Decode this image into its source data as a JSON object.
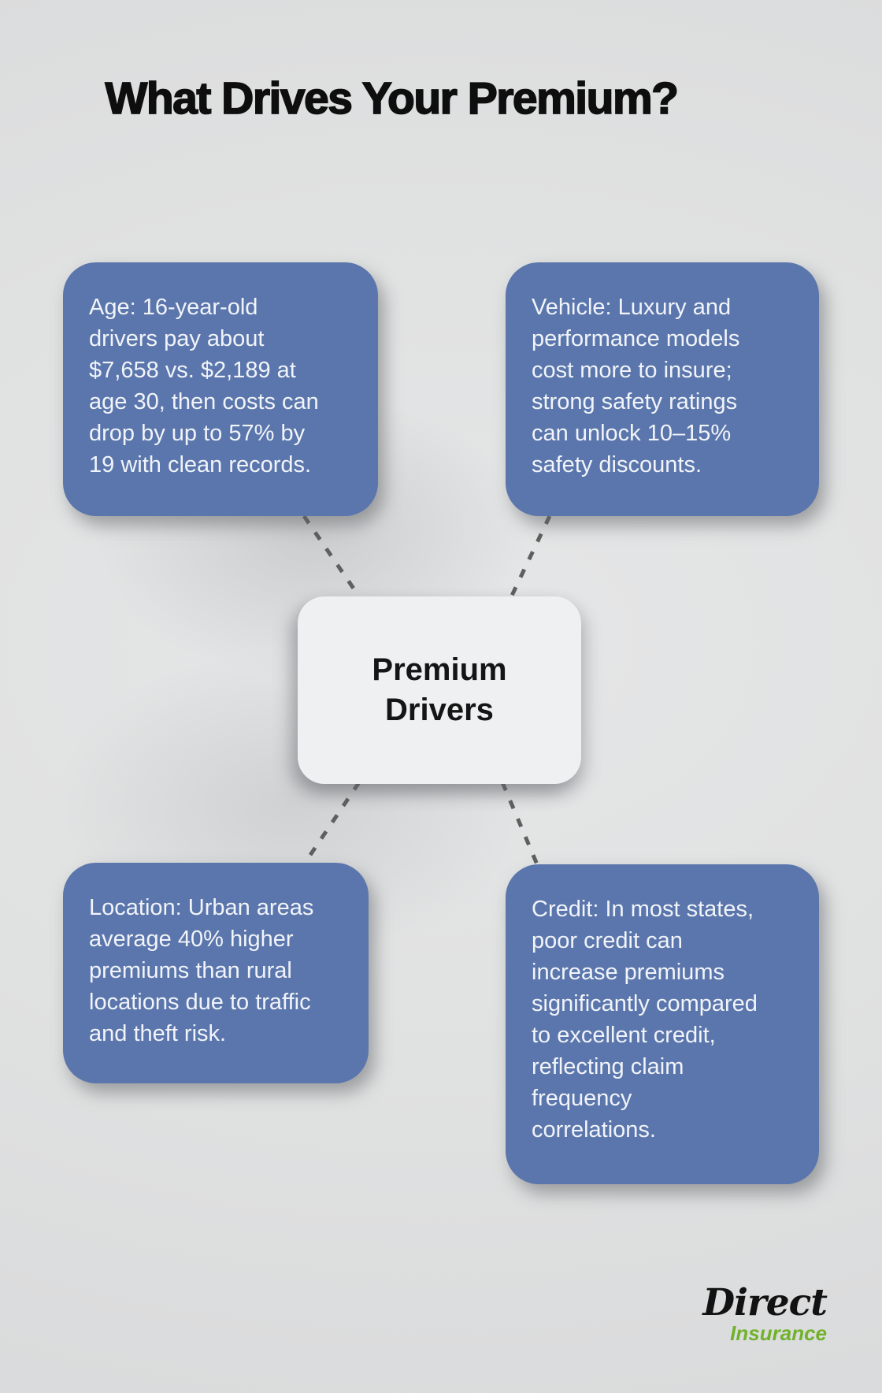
{
  "title": "What Drives Your Premium?",
  "center": {
    "label": "Premium\nDrivers"
  },
  "cards": {
    "age": {
      "text": "Age: 16-year-old\ndrivers pay about\n$7,658 vs. $2,189 at\nage 30, then costs can\ndrop by up to 57% by\n19 with clean records."
    },
    "vehicle": {
      "text": "Vehicle: Luxury and\nperformance models\ncost more to insure;\nstrong safety ratings\ncan unlock 10–15%\nsafety discounts."
    },
    "location": {
      "text": "Location: Urban areas\naverage 40% higher\npremiums than rural\nlocations due to traffic\nand theft risk."
    },
    "credit": {
      "text": "Credit: In most states,\npoor credit can\nincrease premiums\nsignificantly compared\nto excellent credit,\nreflecting claim\nfrequency\ncorrelations."
    }
  },
  "logo": {
    "name": "Direct",
    "tagline": "Insurance"
  },
  "colors": {
    "background": "#e0e1e1",
    "card_blue": "#5b76ac",
    "card_text": "#f1f4f9",
    "center_node_bg": "#eef0f2",
    "center_node_text": "#151515",
    "connector_gray": "#5f5f5f",
    "title_black": "#0e0e0e",
    "logo_black": "#121212",
    "logo_green": "#71b22c"
  }
}
